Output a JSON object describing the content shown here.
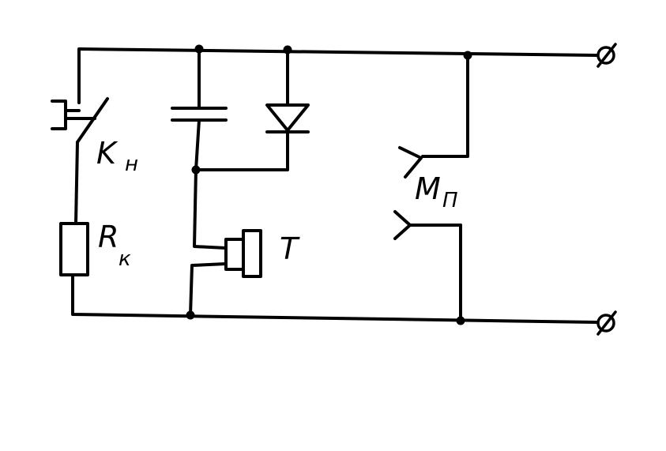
{
  "labels": {
    "button_main": "K",
    "button_sub": "н",
    "resistor_main": "R",
    "resistor_sub": "к",
    "phone": "T",
    "microphone_main": "M",
    "microphone_sub": "П",
    "terminal_top": "⌀",
    "terminal_bottom": "⌀"
  }
}
